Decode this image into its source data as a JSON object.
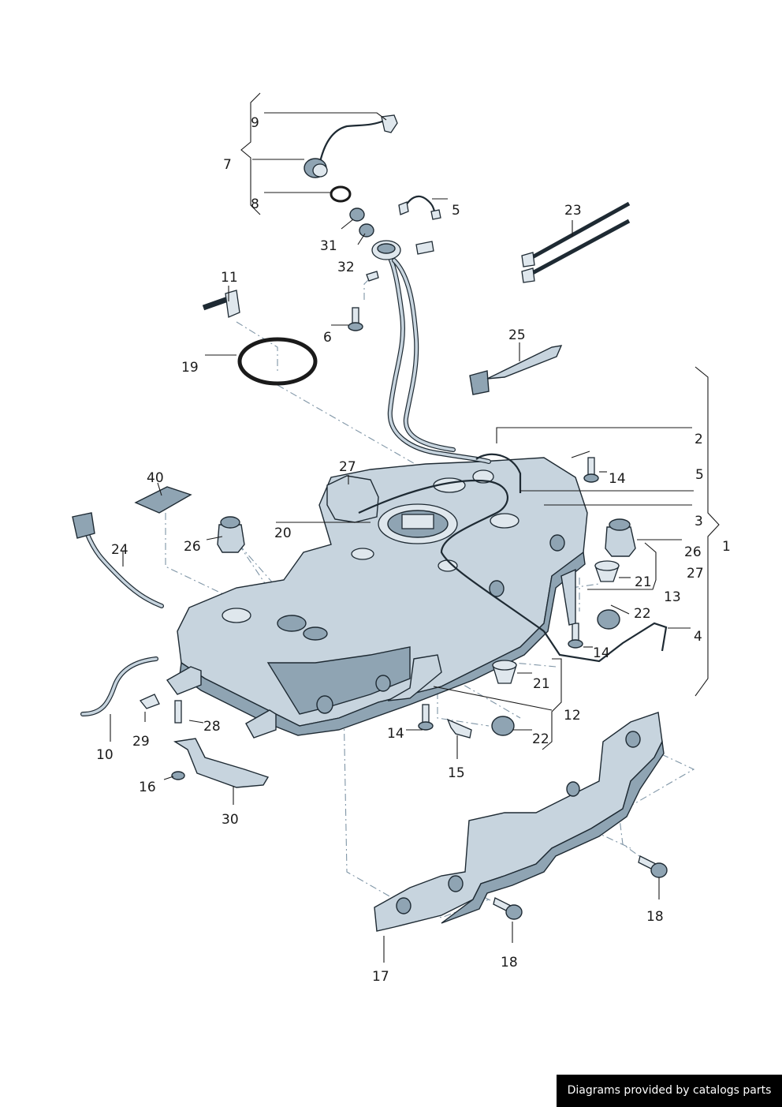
{
  "callouts": {
    "c1": "1",
    "c2": "2",
    "c3": "3",
    "c4": "4",
    "c5a": "5",
    "c5b": "5",
    "c6": "6",
    "c7": "7",
    "c8": "8",
    "c9": "9",
    "c10": "10",
    "c11": "11",
    "c12": "12",
    "c13": "13",
    "c14a": "14",
    "c14b": "14",
    "c14c": "14",
    "c15": "15",
    "c16": "16",
    "c17": "17",
    "c18a": "18",
    "c18b": "18",
    "c19": "19",
    "c20": "20",
    "c21a": "21",
    "c21b": "21",
    "c22a": "22",
    "c22b": "22",
    "c23": "23",
    "c24": "24",
    "c25": "25",
    "c26a": "26",
    "c26b": "26",
    "c27a": "27",
    "c27b": "27",
    "c28": "28",
    "c29": "29",
    "c30": "30",
    "c31": "31",
    "c32": "32",
    "c40": "40"
  },
  "footer": {
    "credit": "Diagrams provided by catalogs parts"
  },
  "colors": {
    "part_fill": "#c7d4de",
    "part_shadow": "#8fa4b3",
    "outline": "#1e2a33",
    "ghost_line": "#7f95a6",
    "footer_bg": "#000000"
  }
}
